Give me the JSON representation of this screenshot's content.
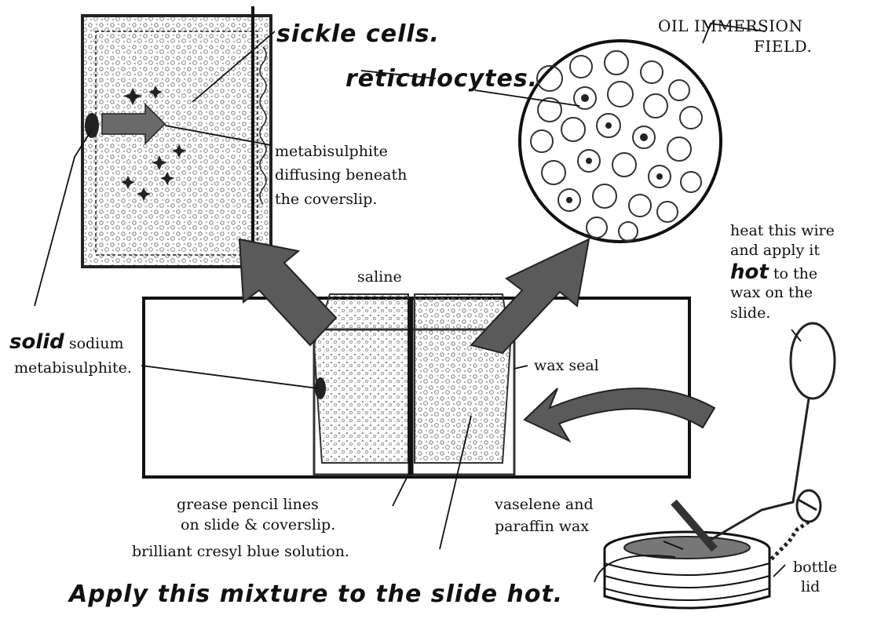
{
  "labels": {
    "sickle_cells": "sickle cells.",
    "reticulocytes": "reticulocytes.",
    "oil_immersion_1": "OIL IMMERSION",
    "oil_immersion_2": "FIELD.",
    "metabisulphite_1": "metabisulphite",
    "metabisulphite_2": "diffusing beneath",
    "metabisulphite_3": "the coverslip.",
    "saline": "saline",
    "heat_1": "heat this wire",
    "heat_2": "and apply it",
    "heat_3_bold": "hot",
    "heat_3_rest": "to the",
    "heat_4": "wax on the",
    "heat_5": "slide.",
    "solid_bold": "solid",
    "solid_rest": "sodium",
    "solid_2": "metabisulphite.",
    "wax_seal": "wax seal",
    "grease_1": "grease pencil lines",
    "grease_2": "on slide & coverslip.",
    "brilliant": "brilliant cresyl blue solution.",
    "vaselene_1": "vaselene and",
    "vaselene_2": "paraffin wax",
    "bottle_1": "bottle",
    "bottle_2": "lid",
    "apply": "Apply this mixture to the slide hot."
  },
  "colors": {
    "ink": "#111111",
    "arrow_fill": "#5a5a5a",
    "paper": "#ffffff",
    "stipple": "#8a8a8a"
  }
}
